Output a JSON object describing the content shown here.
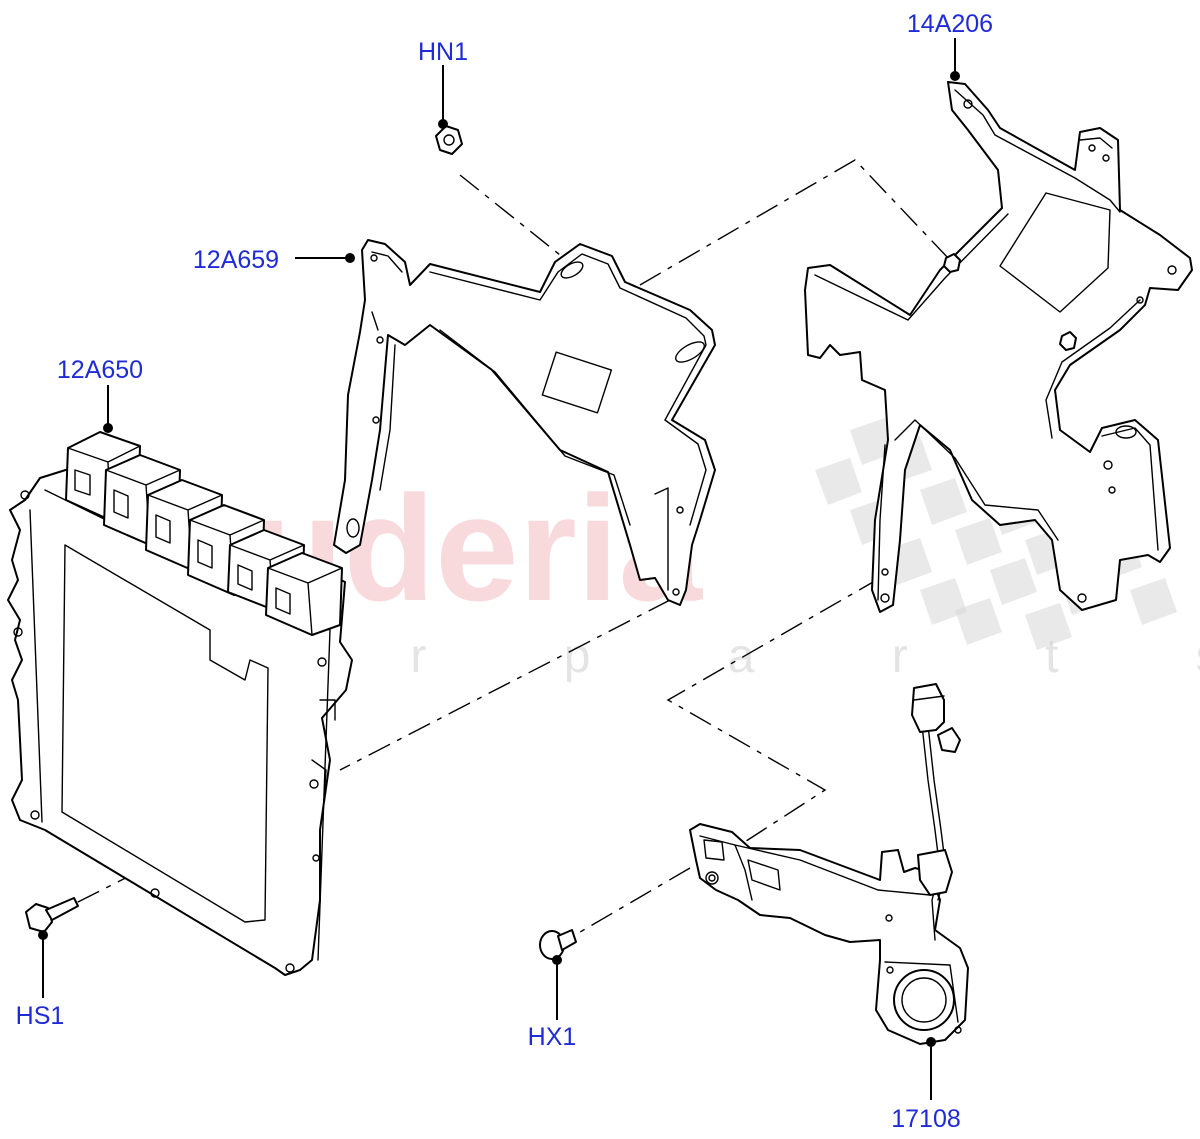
{
  "watermark": {
    "brand": "scuderia",
    "sub": "c a r p a r t s",
    "brand_color": "#f4b7bb"
  },
  "callouts": {
    "hn1": "HN1",
    "a14a206": "14A206",
    "a12a659": "12A659",
    "a12a650": "12A650",
    "hs1": "HS1",
    "hx1": "HX1",
    "a17108": "17108"
  },
  "colors": {
    "callout_text": "#1f2bd6",
    "line": "#000000"
  }
}
